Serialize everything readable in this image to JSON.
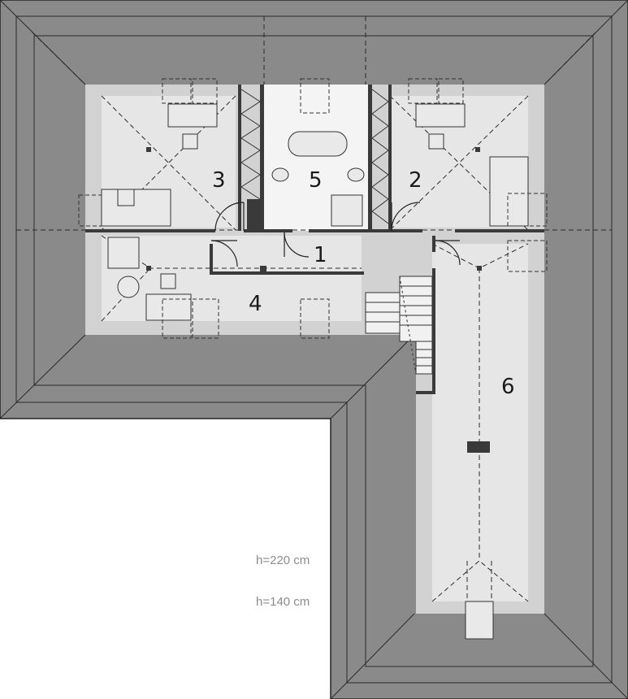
{
  "rooms": [
    {
      "id": "1",
      "label": "1"
    },
    {
      "id": "2",
      "label": "2"
    },
    {
      "id": "3",
      "label": "3"
    },
    {
      "id": "4",
      "label": "4"
    },
    {
      "id": "5",
      "label": "5"
    },
    {
      "id": "6",
      "label": "6"
    }
  ],
  "legend": {
    "height_220": "h=220 cm",
    "height_140": "h=140 cm"
  },
  "colors": {
    "roof": "#8a8a8a",
    "floor_220": "#e4e4e4",
    "floor_140": "#d2d2d2",
    "bathroom": "#f4f4f4",
    "wall": "#3a3a3a"
  }
}
